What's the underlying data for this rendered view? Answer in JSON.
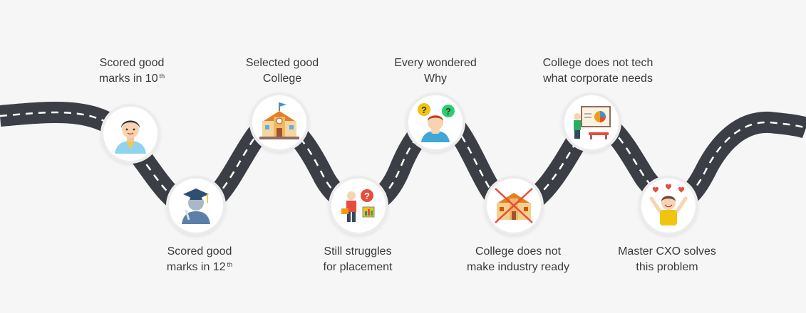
{
  "steps": [
    {
      "line1": "Scored good",
      "line2": "marks in 10",
      "sup": "th"
    },
    {
      "line1": "Scored good",
      "line2": "marks in 12",
      "sup": "th"
    },
    {
      "line1": "Selected good",
      "line2": "College"
    },
    {
      "line1": "Still struggles",
      "line2": "for placement"
    },
    {
      "line1": "Every wondered",
      "line2": "Why"
    },
    {
      "line1": "College does not",
      "line2": "make industry ready"
    },
    {
      "line1": "College does not tech",
      "line2": "what corporate needs"
    },
    {
      "line1": "Master CXO solves",
      "line2": "this problem"
    }
  ],
  "icons": [
    "graduate-boy-icon",
    "graduate-cap-icon",
    "school-building-icon",
    "confused-person-icon",
    "thinking-person-icon",
    "crossed-college-icon",
    "teacher-presentation-icon",
    "happy-person-icon"
  ],
  "colors": {
    "road": "#3b3f45",
    "dash": "#ffffff",
    "text": "#3a3a3a"
  }
}
